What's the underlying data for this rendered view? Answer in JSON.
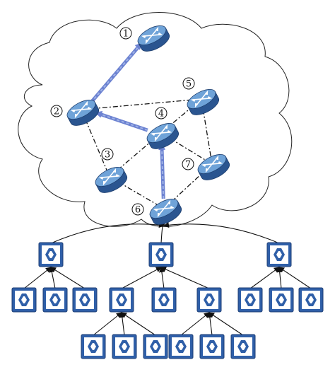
{
  "colors": {
    "router_fill": "#3f76b8",
    "router_top": "#6fa3d8",
    "router_dark": "#2a5590",
    "sensor_fill": "#2f5fa8",
    "sensor_inner": "#ffffff",
    "cloud_stroke": "#222222",
    "link_dashdot": "#111111",
    "arrow_blue": "#6c82d1",
    "arrow_light": "#9fb2e6",
    "tree_line": "#111111"
  },
  "routers": [
    {
      "id": "1",
      "label": "1"
    },
    {
      "id": "2",
      "label": "2"
    },
    {
      "id": "3",
      "label": "3"
    },
    {
      "id": "4",
      "label": "4"
    },
    {
      "id": "5",
      "label": "5"
    },
    {
      "id": "6",
      "label": "6"
    },
    {
      "id": "7",
      "label": "7"
    }
  ],
  "mesh_links": [
    [
      "2",
      "5"
    ],
    [
      "2",
      "3"
    ],
    [
      "3",
      "4"
    ],
    [
      "4",
      "7"
    ],
    [
      "5",
      "4"
    ],
    [
      "5",
      "7"
    ],
    [
      "3",
      "6"
    ],
    [
      "6",
      "7"
    ]
  ],
  "route_arrows": [
    {
      "from": "6",
      "to": "4"
    },
    {
      "from": "4",
      "to": "2"
    },
    {
      "from": "2",
      "to": "1"
    }
  ],
  "sensor_tree": {
    "root": "6",
    "children": [
      {
        "id": "A",
        "children": [
          {
            "id": "A1"
          },
          {
            "id": "A2"
          },
          {
            "id": "A3"
          }
        ]
      },
      {
        "id": "B",
        "children": [
          {
            "id": "B1",
            "children": [
              {
                "id": "B1a"
              },
              {
                "id": "B1b"
              },
              {
                "id": "B1c"
              }
            ]
          },
          {
            "id": "B2"
          },
          {
            "id": "B3",
            "children": [
              {
                "id": "B3a"
              },
              {
                "id": "B3b"
              },
              {
                "id": "B3c"
              }
            ]
          }
        ]
      },
      {
        "id": "C",
        "children": [
          {
            "id": "C1"
          },
          {
            "id": "C2"
          },
          {
            "id": "C3"
          }
        ]
      }
    ]
  }
}
